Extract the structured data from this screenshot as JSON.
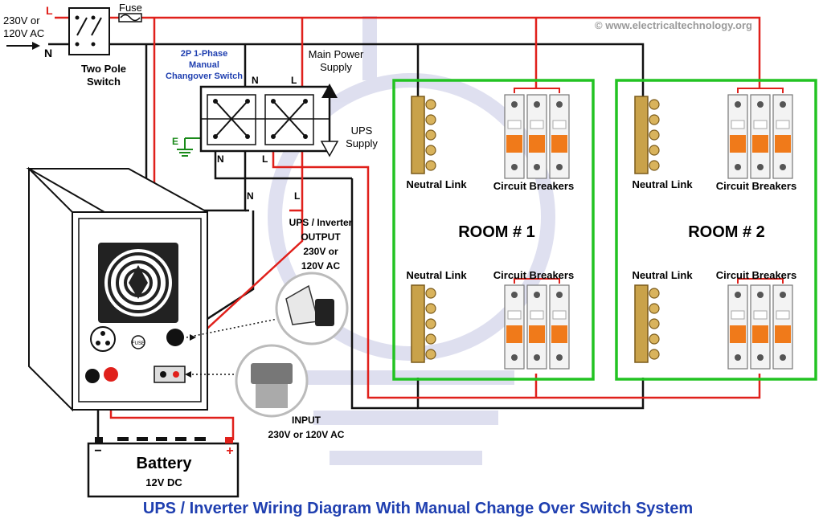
{
  "diagram": {
    "title": "UPS / Inverter Wiring Diagram With Manual Change Over Switch System",
    "watermark": "© www.electricaltechnology.org",
    "supply": {
      "voltage_line1": "230V or",
      "voltage_line2": "120V AC",
      "line_letter": "L",
      "neutral_letter": "N"
    },
    "fuse_label": "Fuse",
    "two_pole_switch": {
      "line1": "Two Pole",
      "line2": "Switch"
    },
    "changeover": {
      "line1": "2P 1-Phase",
      "line2": "Manual",
      "line3": "Changover Switch",
      "top_n": "N",
      "top_l": "L",
      "bottom_n": "N",
      "bottom_l": "L",
      "earth": "E"
    },
    "main_power": {
      "line1": "Main Power",
      "line2": "Supply"
    },
    "ups_supply": {
      "line1": "UPS",
      "line2": "Supply"
    },
    "ups_output_wire": {
      "n": "N",
      "l": "L"
    },
    "ups_output": {
      "line1": "UPS / Inverter",
      "line2": "OUTPUT",
      "line3": "230V or",
      "line4": "120V AC"
    },
    "input": {
      "line1": "INPUT",
      "line2": "230V or 120V AC"
    },
    "fuse_button": "FUSE",
    "battery": {
      "label": "Battery",
      "voltage": "12V DC",
      "minus": "−",
      "plus": "+"
    },
    "rooms": [
      {
        "name": "ROOM # 1",
        "neutral_top": "Neutral Link",
        "breakers_top": "Circuit Breakers",
        "neutral_bottom": "Neutral Link",
        "breakers_bottom": "Circuit Breakers"
      },
      {
        "name": "ROOM # 2",
        "neutral_top": "Neutral Link",
        "breakers_top": "Circuit Breakers",
        "neutral_bottom": "Neutral Link",
        "breakers_bottom": "Circuit Breakers"
      }
    ],
    "colors": {
      "line_wire": "#e0201b",
      "neutral_wire": "#111111",
      "earth_wire": "#1a8a1a",
      "room_border": "#22c322",
      "title": "#1f3fb0",
      "changeover_label": "#1f3fb0",
      "watermark": "#9a9a9a",
      "busbar": "#c9a24a",
      "breaker_orange": "#f07a1a"
    }
  }
}
